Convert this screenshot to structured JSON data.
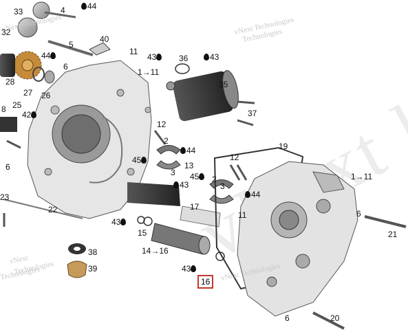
{
  "watermarks": {
    "brand": "vNext Technologies",
    "brand_line1": "vNext",
    "brand_line2": "Technologies",
    "large": "vNext life"
  },
  "callouts": [
    {
      "id": "c33",
      "text": "33"
    },
    {
      "id": "c4",
      "text": "4"
    },
    {
      "id": "c44a",
      "text": "44",
      "drop": true
    },
    {
      "id": "c32",
      "text": "32"
    },
    {
      "id": "c40",
      "text": "40"
    },
    {
      "id": "c5",
      "text": "5"
    },
    {
      "id": "c11a",
      "text": "11"
    },
    {
      "id": "c43a",
      "text": "43",
      "drop": true
    },
    {
      "id": "c36",
      "text": "36"
    },
    {
      "id": "c43b",
      "text": "43",
      "drop": true
    },
    {
      "id": "c44b",
      "text": "44",
      "drop": true
    },
    {
      "id": "c1to11a",
      "text": "1→11"
    },
    {
      "id": "c6a",
      "text": "6"
    },
    {
      "id": "c28",
      "text": "28"
    },
    {
      "id": "c27",
      "text": "27"
    },
    {
      "id": "c26",
      "text": "26"
    },
    {
      "id": "c35",
      "text": "35"
    },
    {
      "id": "c8",
      "text": "8"
    },
    {
      "id": "c25",
      "text": "25"
    },
    {
      "id": "c42",
      "text": "42",
      "drop": true
    },
    {
      "id": "c37",
      "text": "37"
    },
    {
      "id": "c12a",
      "text": "12"
    },
    {
      "id": "c6b",
      "text": "6"
    },
    {
      "id": "c2a",
      "text": "2"
    },
    {
      "id": "c44c",
      "text": "44",
      "drop": true
    },
    {
      "id": "c19",
      "text": "19"
    },
    {
      "id": "c45a",
      "text": "45",
      "drop": true
    },
    {
      "id": "c13",
      "text": "13"
    },
    {
      "id": "c3a",
      "text": "3"
    },
    {
      "id": "c12b",
      "text": "12"
    },
    {
      "id": "c43c",
      "text": "43",
      "drop": true
    },
    {
      "id": "c45b",
      "text": "45",
      "drop": true
    },
    {
      "id": "c2b",
      "text": "2"
    },
    {
      "id": "c1to11b",
      "text": "1→11"
    },
    {
      "id": "c23",
      "text": "23"
    },
    {
      "id": "c3b",
      "text": "3"
    },
    {
      "id": "c44d",
      "text": "44",
      "drop": true
    },
    {
      "id": "c17",
      "text": "17"
    },
    {
      "id": "c22",
      "text": "22"
    },
    {
      "id": "c11b",
      "text": "11"
    },
    {
      "id": "c6c",
      "text": "6"
    },
    {
      "id": "c43d",
      "text": "43",
      "drop": true
    },
    {
      "id": "c15",
      "text": "15"
    },
    {
      "id": "c21",
      "text": "21"
    },
    {
      "id": "c38",
      "text": "38"
    },
    {
      "id": "c14to16",
      "text": "14→16"
    },
    {
      "id": "c43e",
      "text": "43",
      "drop": true
    },
    {
      "id": "c39",
      "text": "39"
    },
    {
      "id": "c16",
      "text": "16"
    },
    {
      "id": "c6d",
      "text": "6"
    },
    {
      "id": "c20",
      "text": "20"
    }
  ],
  "highlighted_part": "16"
}
